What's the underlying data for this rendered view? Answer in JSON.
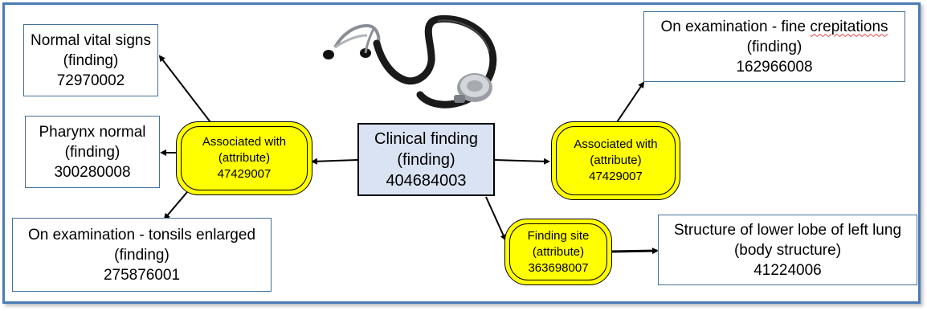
{
  "central": {
    "line1": "Clinical finding",
    "line2": "(finding)",
    "line3": "404684003"
  },
  "left_attribute": {
    "line1": "Associated with",
    "line2": "(attribute)",
    "line3": "47429007"
  },
  "right_attribute": {
    "line1": "Associated with",
    "line2": "(attribute)",
    "line3": "47429007"
  },
  "site_attribute": {
    "line1": "Finding site",
    "line2": "(attribute)",
    "line3": "363698007"
  },
  "targets": {
    "vital_signs": {
      "line1": "Normal vital signs",
      "line2": "(finding)",
      "line3": "72970002"
    },
    "pharynx": {
      "line1": "Pharynx normal",
      "line2": "(finding)",
      "line3": "300280008"
    },
    "tonsils": {
      "line1": "On examination - tonsils enlarged",
      "line2": "(finding)",
      "line3": "275876001"
    },
    "crepitations": {
      "line1_prefix": "On examination - fine ",
      "line1_word": "crepitations",
      "line2": "(finding)",
      "line3": "162966008"
    },
    "lung": {
      "line1": "Structure of lower lobe of left lung",
      "line2": "(body structure)",
      "line3": "41224006"
    }
  },
  "colors": {
    "frame_border": "#4a7bb7",
    "concept_border": "#41719c",
    "central_fill": "#dae3f3",
    "attribute_fill": "#ffff00",
    "spellcheck_underline": "#e04040"
  },
  "icon": "stethoscope-icon"
}
